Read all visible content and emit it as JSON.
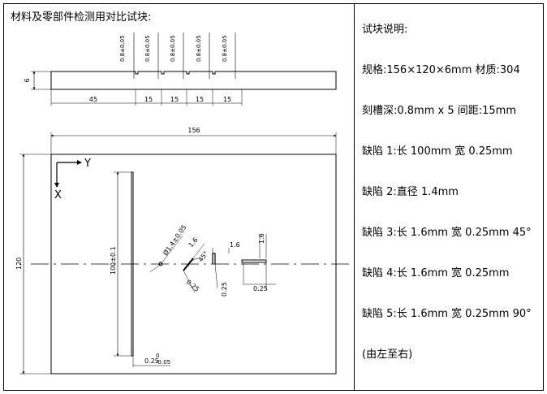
{
  "title": "材料及零部件检测用对比试块:",
  "notes": [
    "试块说明:",
    "规格:156×120×6mm  材质:304",
    "刻槽深:0.8mm x 5  间距:15mm",
    "缺陷 1:长 100mm 宽 0.25mm",
    "缺陷 2:直径 1.4mm",
    "缺陷 3:长 1.6mm 宽 0.25mm 45°",
    "缺陷 4:长 1.6mm 宽 0.25mm",
    "缺陷 5:长 1.6mm 宽 0.25mm 90°",
    "(由左至右)"
  ],
  "side_view": {
    "thickness": "6",
    "groove_depths": [
      "0.8±0.05",
      "0.8±0.05",
      "0.8±0.05",
      "0.8±0.05",
      "0.8±0.05"
    ],
    "spacings": [
      "45",
      "15",
      "15",
      "15",
      "15"
    ]
  },
  "top_view": {
    "width": "156",
    "height": "120",
    "axis_x": "X",
    "axis_y": "Y",
    "defect1_length": "100±0.1",
    "defect1_width": "0.25",
    "defect2_dia": "Ø1.4±0.05",
    "defect3_len": "1.6",
    "defect3_width": "0.25",
    "defect3_angle": "45°",
    "defect4_len": "1.6",
    "defect4_width": "0.25",
    "defect5_len": "1.6",
    "defect5_width": "0.25",
    "tol_upper": "0",
    "tol_lower": "-0.05"
  }
}
